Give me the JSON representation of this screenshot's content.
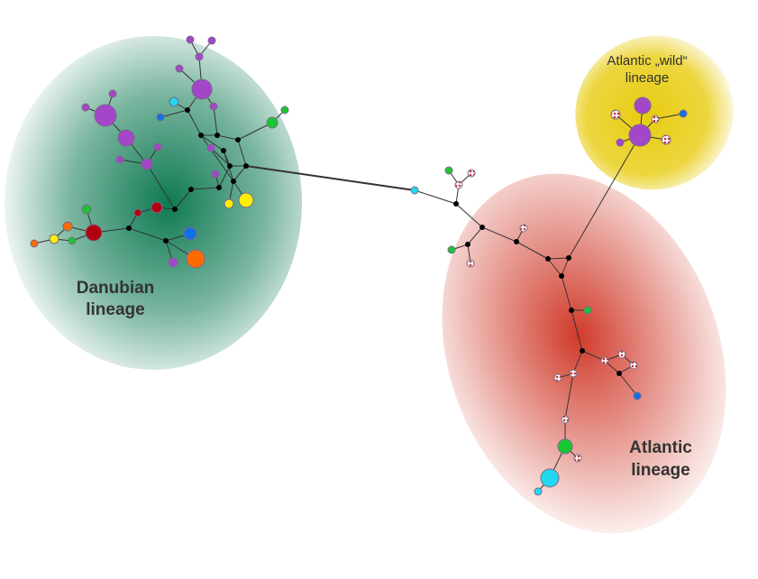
{
  "labels": {
    "danubian_1": "Danubian",
    "danubian_2": "lineage",
    "atlantic_1": "Atlantic",
    "atlantic_2": "lineage",
    "wild_1": "Atlantic „wild“",
    "wild_2": "lineage"
  },
  "colors": {
    "danubian_zone": "#0e7a52",
    "atlantic_zone": "#d03a2a",
    "wild_zone": "#e8cc10",
    "purple": "#a446c8",
    "green": "#18c830",
    "orange": "#ff6a00",
    "yellow": "#ffee00",
    "cyan": "#22d8f0",
    "blue": "#1070e8",
    "darkred": "#b00010",
    "median": "#000000",
    "hatched": "#c83030"
  }
}
